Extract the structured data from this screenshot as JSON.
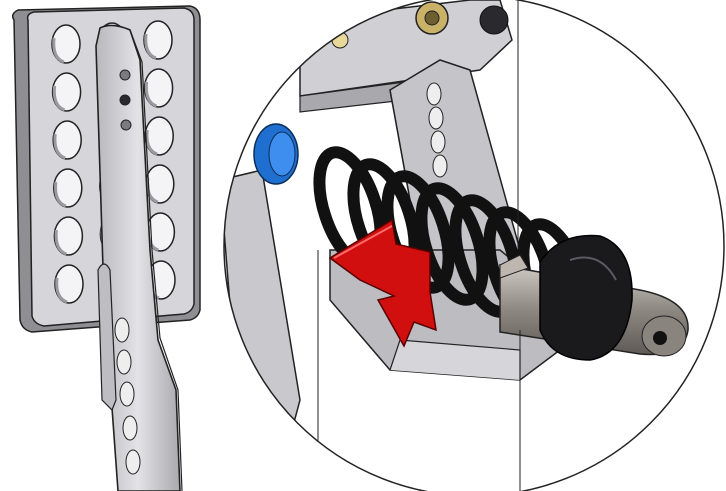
{
  "figure": {
    "kind": "mechanical-cad-illustration",
    "subject": "pedal-with-spring-damper-detail",
    "views": [
      "pedal-overview",
      "spring-damper-zoom-detail"
    ],
    "annotations": [
      {
        "type": "arrow",
        "meaning": "compression-direction",
        "color": "#d10f0f"
      }
    ],
    "colors": {
      "metal": "#cfcfd3",
      "metal_shadow": "#9a9aa0",
      "outline": "#222222",
      "spring": "#111111",
      "arrow": "#d10f0f",
      "blue_bushing": "#1f6fd1",
      "brass": "#c9b168"
    },
    "pedal_plate": {
      "hole_rows": 6,
      "hole_columns": 3
    }
  }
}
